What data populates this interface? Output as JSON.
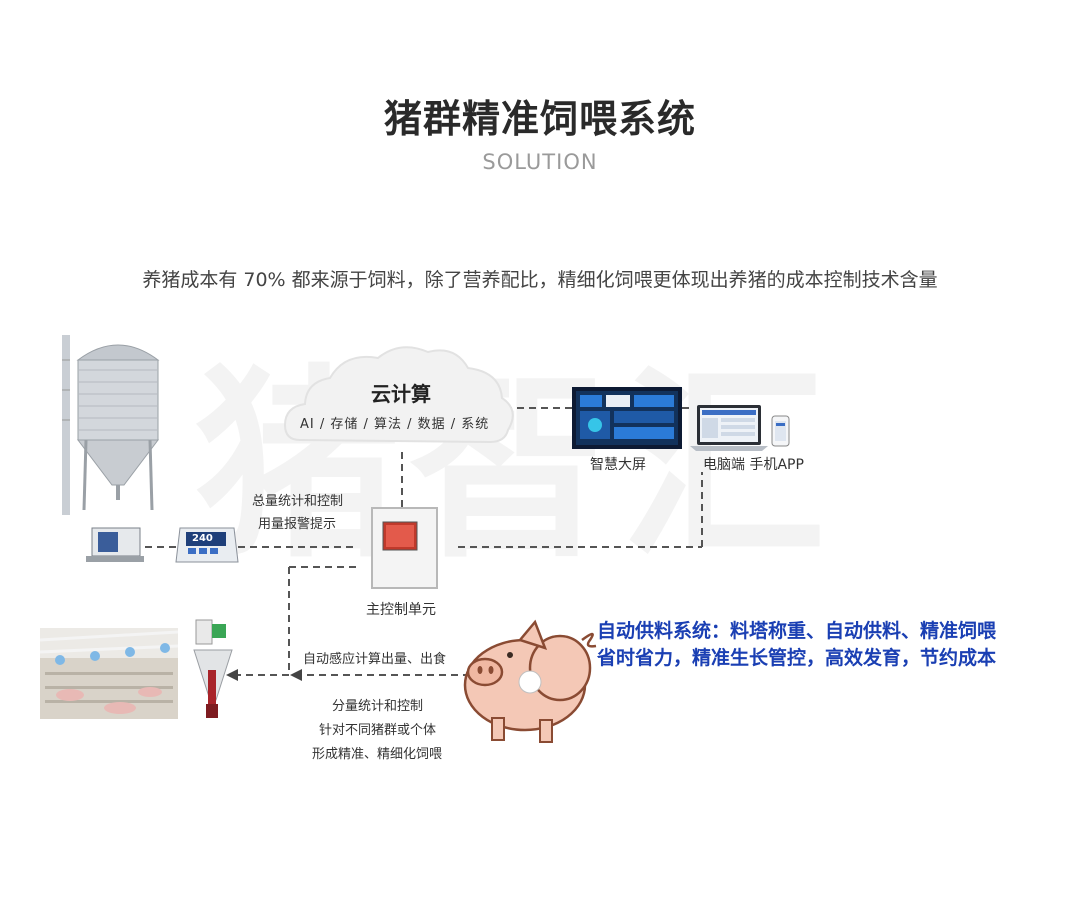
{
  "header": {
    "title": "猪群精准饲喂系统",
    "subtitle": "SOLUTION"
  },
  "intro": "养猪成本有 70% 都来源于饲料，除了营养配比，精细化饲喂更体现出养猪的成本控制技术含量",
  "watermark": "猪智汇",
  "cloud": {
    "title": "云计算",
    "items": "AI / 存储 / 算法 / 数据 / 系统"
  },
  "devices": {
    "big_screen_label": "智慧大屏",
    "pc_mobile_label": "电脑端 手机APP",
    "main_unit_label": "主控制单元",
    "scale_display": "240"
  },
  "flow_labels": {
    "silo_stats_line1": "总量统计和控制",
    "silo_stats_line2": "用量报警提示",
    "feeder_sense": "自动感应计算出量、出食",
    "feeder_stats_line1": "分量统计和控制",
    "feeder_stats_line2": "针对不同猪群或个体",
    "feeder_stats_line3": "形成精准、精细化饲喂"
  },
  "highlight": {
    "line1": "自动供料系统：料塔称重、自动供料、精准饲喂",
    "line2": "省时省力，精准生长管控，高效发育，节约成本"
  },
  "colors": {
    "highlight_blue": "#1a3fb3",
    "subtitle_gray": "#9a9a9a"
  }
}
